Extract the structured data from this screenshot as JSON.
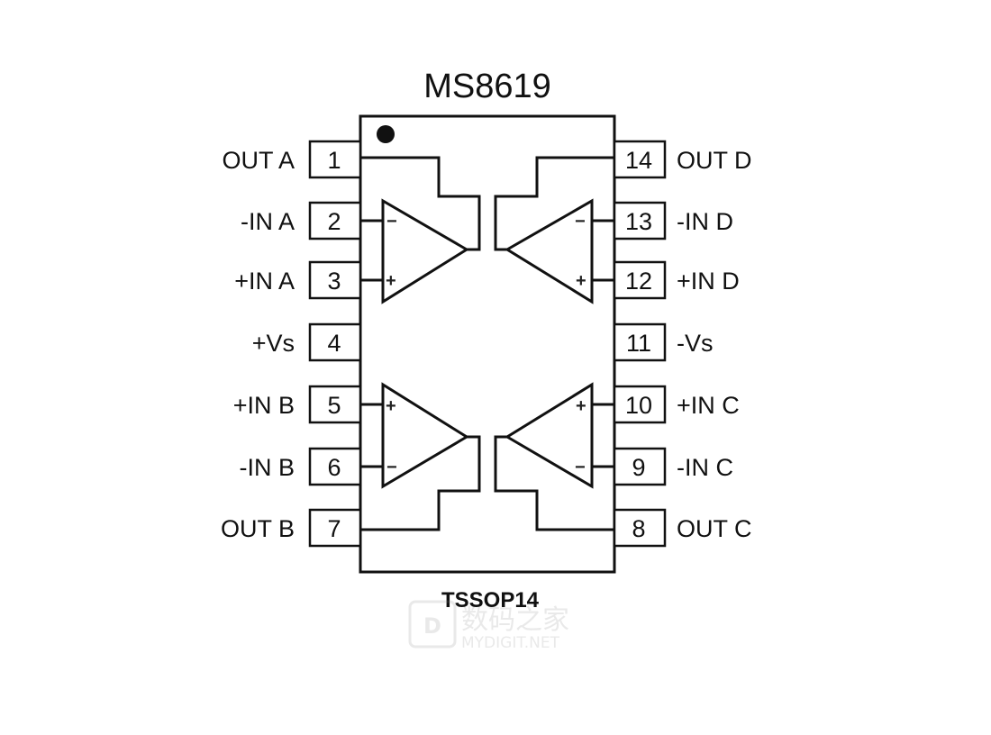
{
  "title": "MS8619",
  "package": "TSSOP14",
  "watermark": {
    "text_cn": "数码之家",
    "text_en": "MYDIGIT.NET"
  },
  "pins_left": [
    {
      "num": "1",
      "label": "OUT A"
    },
    {
      "num": "2",
      "label": "-IN A"
    },
    {
      "num": "3",
      "label": "+IN A"
    },
    {
      "num": "4",
      "label": "+Vs"
    },
    {
      "num": "5",
      "label": "+IN B"
    },
    {
      "num": "6",
      "label": "-IN B"
    },
    {
      "num": "7",
      "label": "OUT B"
    }
  ],
  "pins_right": [
    {
      "num": "14",
      "label": "OUT D"
    },
    {
      "num": "13",
      "label": "-IN D"
    },
    {
      "num": "12",
      "label": "+IN D"
    },
    {
      "num": "11",
      "label": "-Vs"
    },
    {
      "num": "10",
      "label": "+IN C"
    },
    {
      "num": "9",
      "label": "-IN C"
    },
    {
      "num": "8",
      "label": "OUT C"
    }
  ],
  "signs": {
    "minus": "−",
    "plus": "+"
  }
}
